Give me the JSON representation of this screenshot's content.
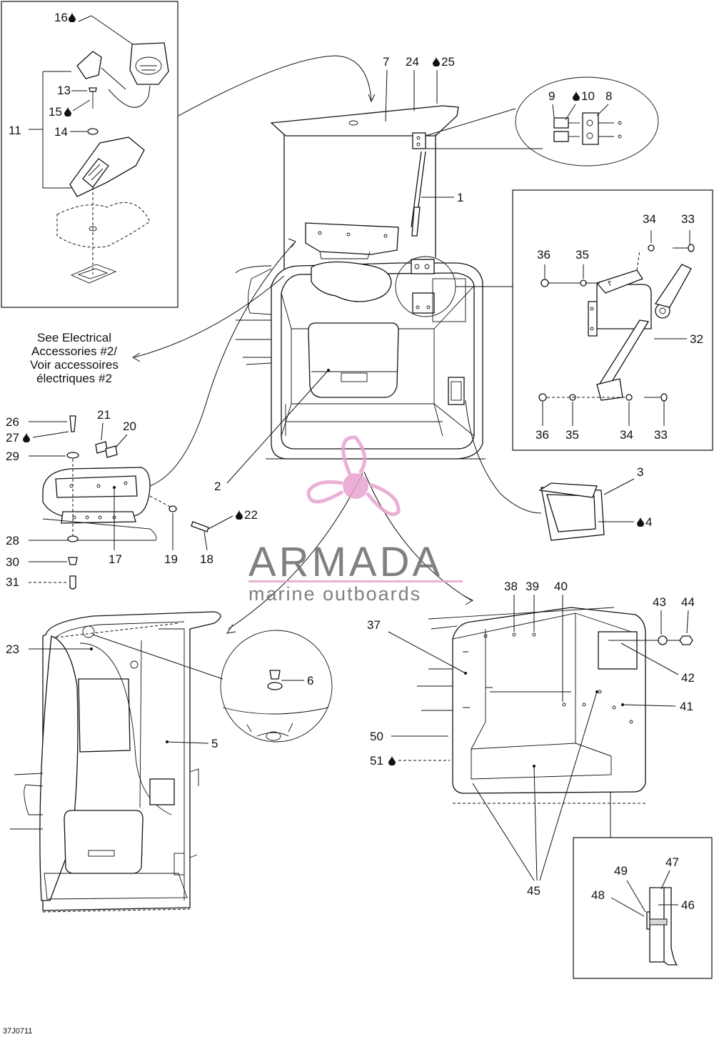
{
  "diagram": {
    "drawing_code": "37J0711",
    "note_electrical": [
      "See Electrical",
      "Accessories #2/",
      "Voir accessoires",
      "électriques #2"
    ],
    "callouts": {
      "c1": "1",
      "c2": "2",
      "c3": "3",
      "c4": "4",
      "c5": "5",
      "c6": "6",
      "c7": "7",
      "c8": "8",
      "c9": "9",
      "c10": "10",
      "c11": "11",
      "c12": "13",
      "c13": "14",
      "c14": "15",
      "c15": "16",
      "c16": "17",
      "c17": "18",
      "c18": "19",
      "c19": "20",
      "c20": "21",
      "c21": "22",
      "c22": "23",
      "c23": "24",
      "c24": "25",
      "c25": "26",
      "c26": "27",
      "c27": "28",
      "c28": "29",
      "c29": "30",
      "c30": "31",
      "c31": "32",
      "c32": "33",
      "c33": "33",
      "c34": "34",
      "c35": "34",
      "c36": "35",
      "c37": "35",
      "c38": "36",
      "c39": "36",
      "c40": "37",
      "c41": "38",
      "c42": "39",
      "c43": "40",
      "c44": "41",
      "c45": "42",
      "c46": "43",
      "c47": "44",
      "c48": "45",
      "c49": "46",
      "c50": "47",
      "c51": "48",
      "c52": "49",
      "c53": "50",
      "c54": "51"
    },
    "drop_icon": "liquid-drop-icon"
  },
  "watermark": {
    "brand": "ARMADA",
    "tagline": "marine outboards",
    "color": "#e7a3cf"
  }
}
